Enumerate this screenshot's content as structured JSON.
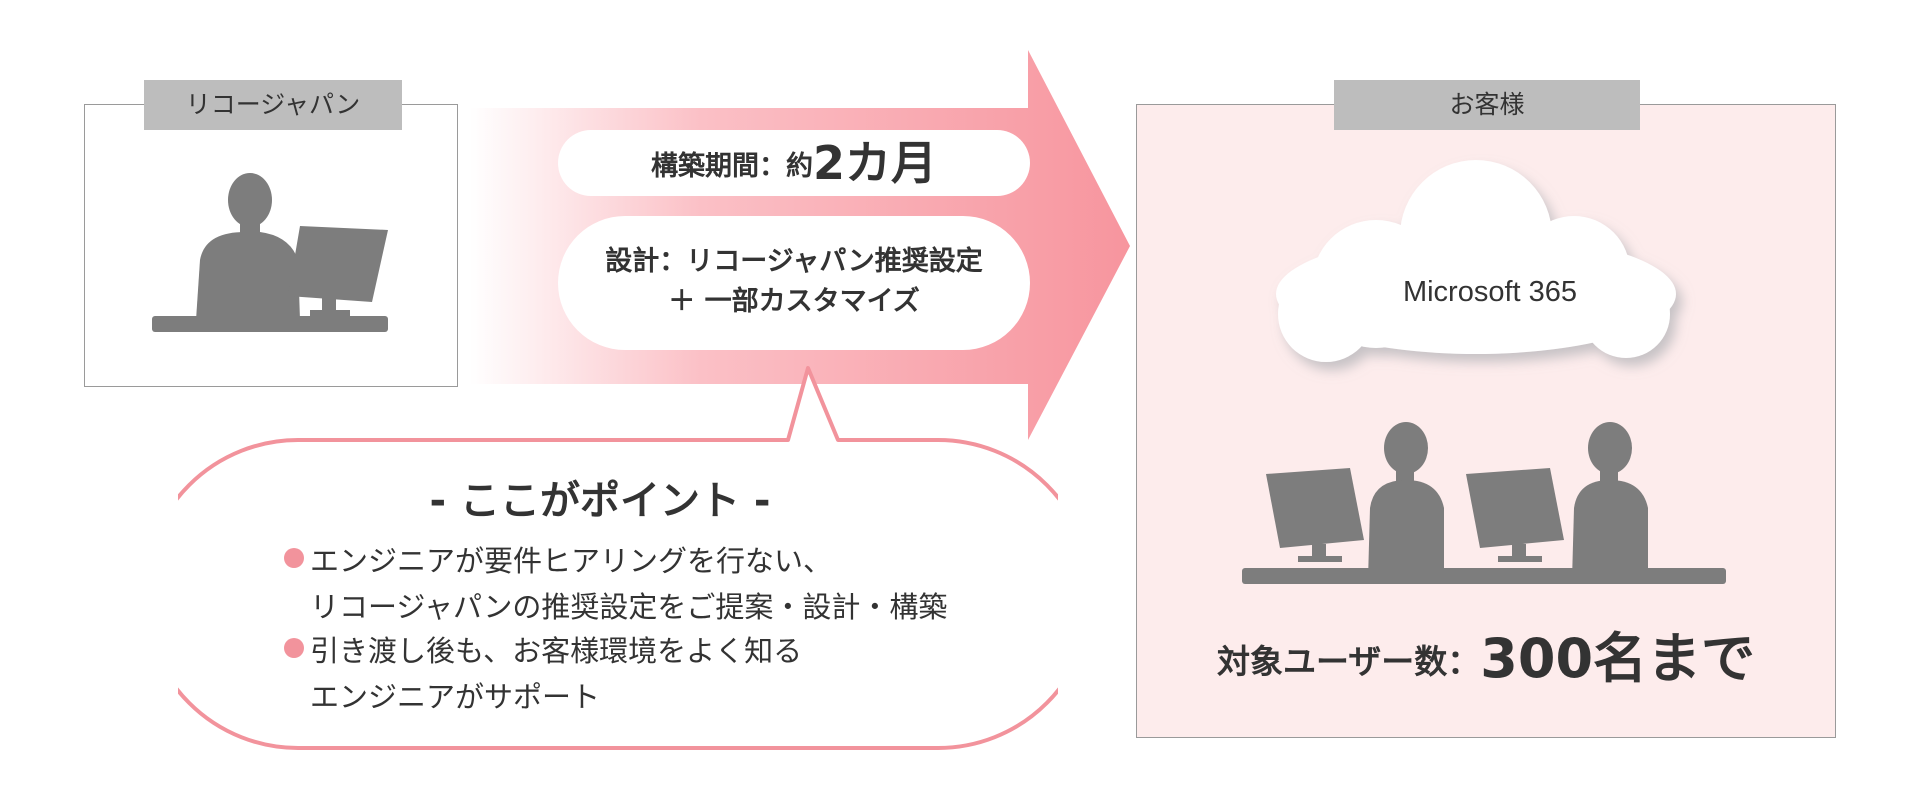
{
  "provider": {
    "tab_label": "リコージャパン"
  },
  "arrow": {
    "period_label": "構築期間：約",
    "period_value": "2カ月",
    "design_line1": "設計：リコージャパン推奨設定",
    "design_line2": "＋ 一部カスタマイズ"
  },
  "point": {
    "title": "- ここがポイント -",
    "items": [
      {
        "lines": [
          "エンジニアが要件ヒアリングを行ない、",
          "リコージャパンの推奨設定をご提案・設計・構築"
        ]
      },
      {
        "lines": [
          "引き渡し後も、お客様環境をよく知る",
          "エンジニアがサポート"
        ]
      }
    ]
  },
  "customer": {
    "tab_label": "お客様",
    "cloud_label": "Microsoft 365",
    "users_label": "対象ユーザー数：",
    "users_value": "300名まで"
  },
  "colors": {
    "arrow_pink": "#f7959e",
    "bubble_border": "#f2939c",
    "customer_bg": "#fdecec",
    "tab_gray": "#bdbdbd",
    "silhouette_gray": "#7d7d7d"
  }
}
